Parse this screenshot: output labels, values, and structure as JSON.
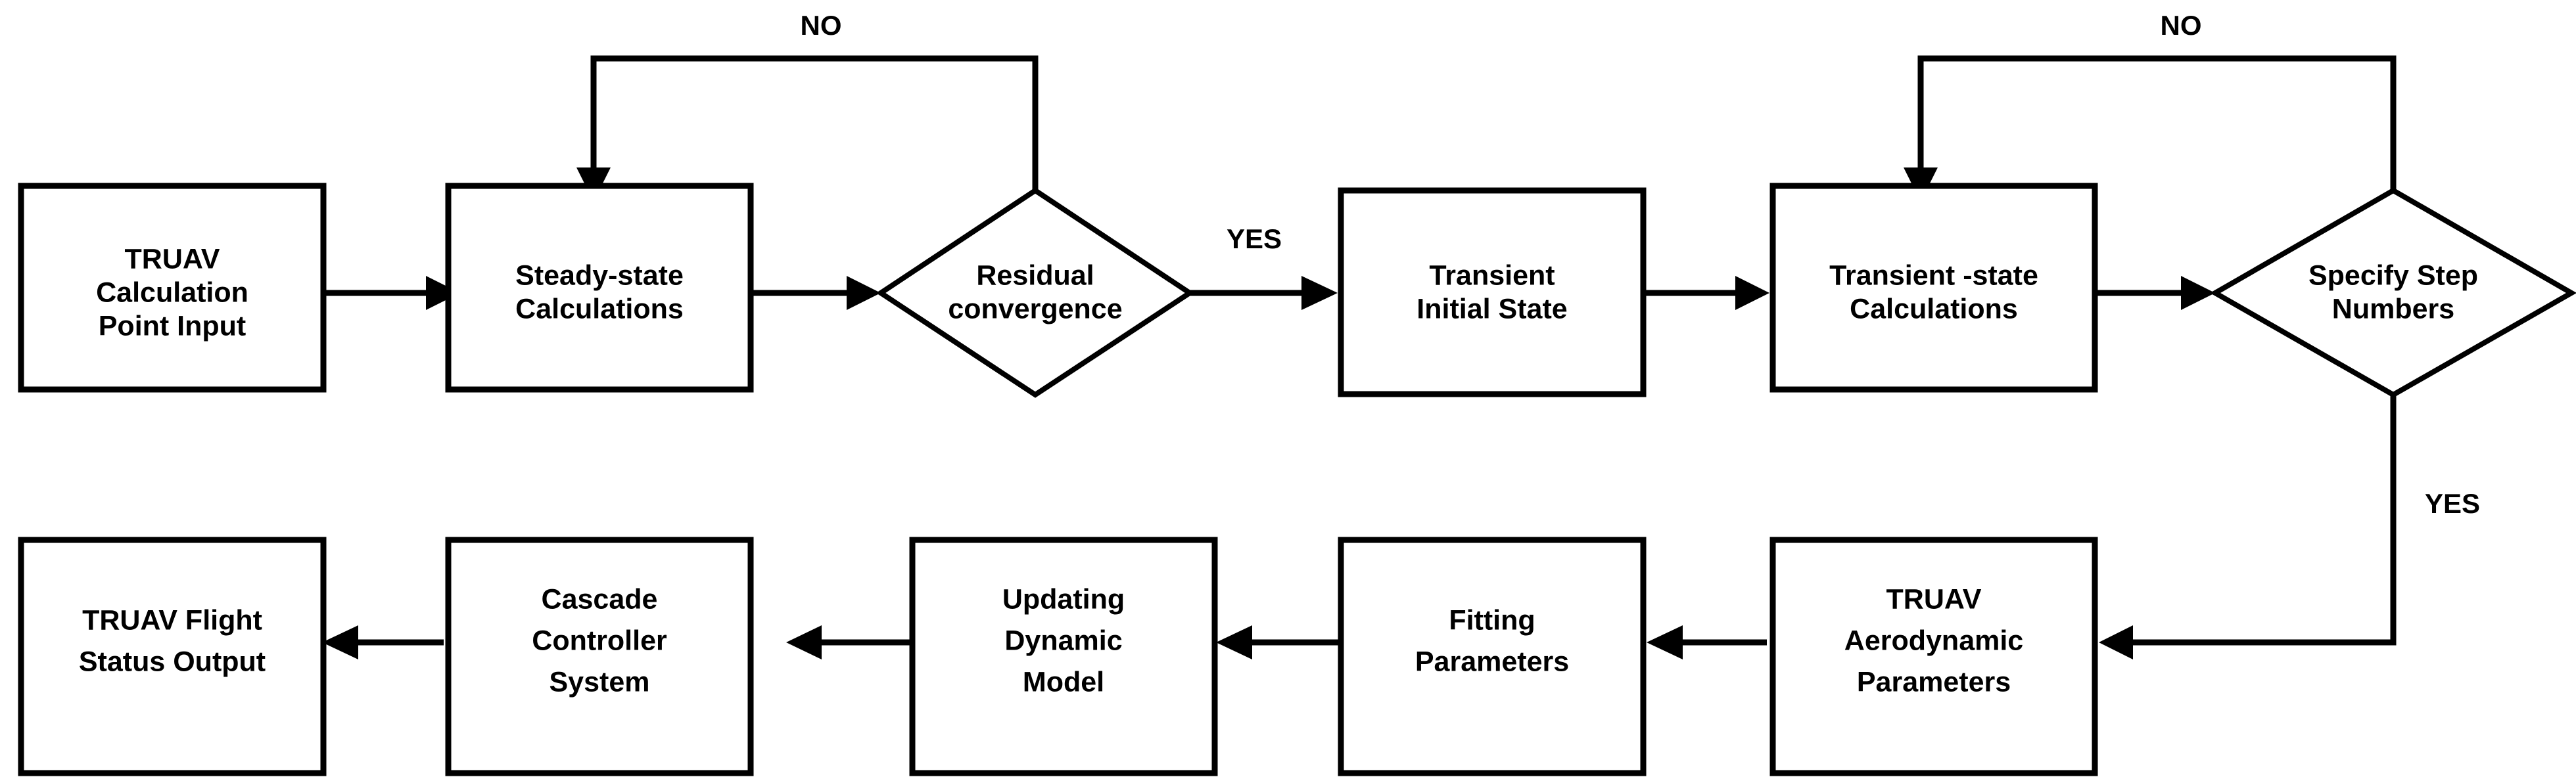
{
  "diagram": {
    "type": "flowchart",
    "background_color": "#ffffff",
    "stroke_color": "#000000",
    "text_color": "#000000",
    "nodes": [
      {
        "id": "truav-calculation-point-input",
        "shape": "process",
        "lines": [
          "TRUAV",
          "Calculation",
          "Point Input"
        ]
      },
      {
        "id": "steady-state-calculations",
        "shape": "process",
        "lines": [
          "Steady-state",
          "Calculations"
        ]
      },
      {
        "id": "residual-convergence",
        "shape": "decision",
        "lines": [
          "Residual",
          "convergence"
        ]
      },
      {
        "id": "transient-initial-state",
        "shape": "process",
        "lines": [
          "Transient",
          "Initial State"
        ]
      },
      {
        "id": "transient-state-calculations",
        "shape": "process",
        "lines": [
          "Transient -state",
          "Calculations"
        ]
      },
      {
        "id": "specify-step-numbers",
        "shape": "decision",
        "lines": [
          "Specify Step",
          "Numbers"
        ]
      },
      {
        "id": "truav-aerodynamic-parameters",
        "shape": "process",
        "lines": [
          "TRUAV",
          "Aerodynamic",
          "Parameters"
        ]
      },
      {
        "id": "fitting-parameters",
        "shape": "process",
        "lines": [
          "Fitting",
          "Parameters"
        ]
      },
      {
        "id": "updating-dynamic-model",
        "shape": "process",
        "lines": [
          "Updating",
          "Dynamic",
          "Model"
        ]
      },
      {
        "id": "cascade-controller-system",
        "shape": "process",
        "lines": [
          "Cascade",
          "Controller",
          "System"
        ]
      },
      {
        "id": "truav-flight-status-output",
        "shape": "process",
        "lines": [
          "TRUAV Flight",
          "Status Output"
        ]
      }
    ],
    "edge_labels": {
      "residual_no": "NO",
      "residual_yes": "YES",
      "step_no": "NO",
      "step_yes": "YES"
    }
  }
}
